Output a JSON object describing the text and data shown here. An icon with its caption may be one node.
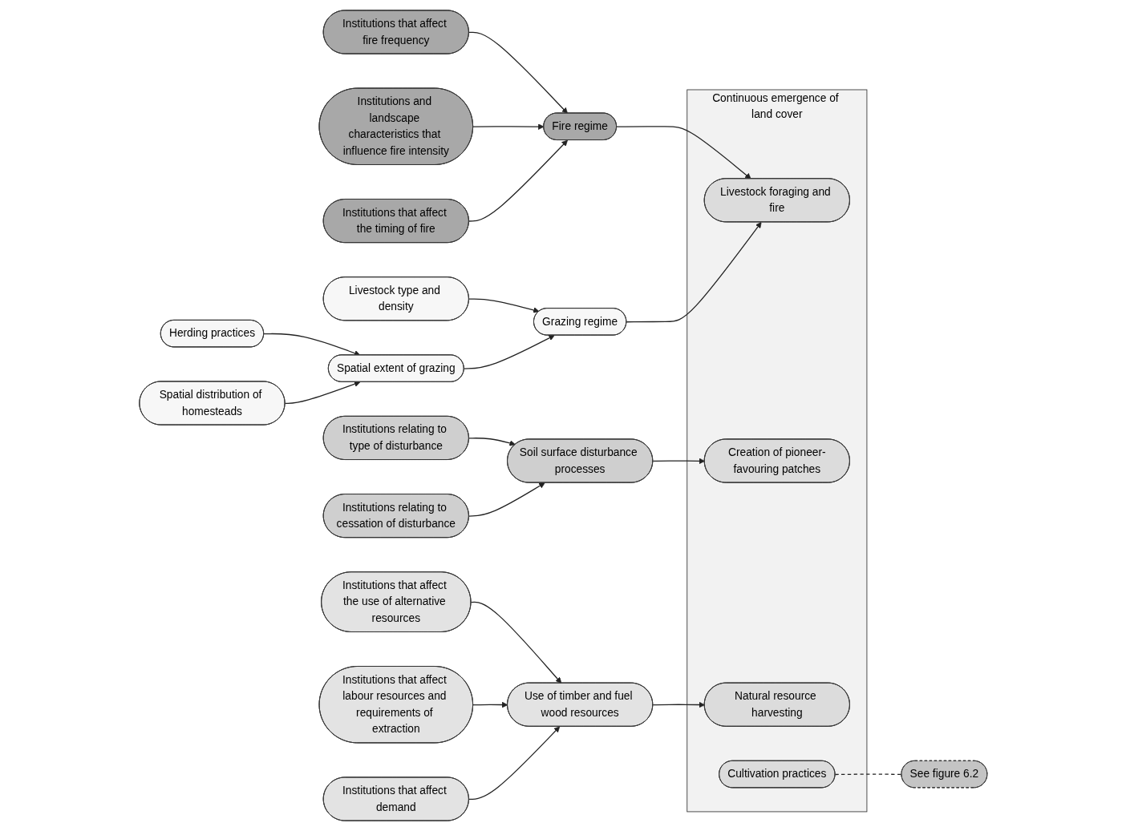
{
  "diagram": {
    "nodes": [
      {
        "text": [
          "Continuous emergence of land cover"
        ]
      },
      {
        "text": [
          "Livestock foraging and fire"
        ],
        "in": 0
      },
      {
        "text": [
          "Creation of pioneer-favouring patches"
        ],
        "in": 0
      },
      {
        "text": [
          "Natural resource harvesting"
        ],
        "in": 0
      },
      {
        "text": [
          "Cultivation practices"
        ],
        "in": 0
      },
      {
        "text": [
          "Institutions that affect fire frequency"
        ]
      },
      {
        "text": [
          "Institutions and landscape characteristics that influence fire intensity"
        ]
      },
      {
        "text": [
          "Fire regime"
        ]
      },
      {
        "text": [
          "Institutions that affect the timing of fire"
        ]
      },
      {
        "text": [
          "Grazing regime"
        ]
      },
      {
        "text": [
          "Livestock type and density"
        ]
      },
      {
        "text": [
          "Spatial extent of grazing"
        ]
      },
      {
        "text": [
          "Herding practices"
        ]
      },
      {
        "text": [
          "Spatial distribution of homesteads"
        ]
      },
      {
        "text": [
          "See figure 6.2"
        ]
      },
      {
        "text": [
          "Use of timber and fuel wood resources"
        ]
      },
      {
        "text": [
          "Institutions that affect the use of alternative resources"
        ]
      },
      {
        "text": [
          "Soil surface disturbance processes"
        ]
      },
      {
        "text": [
          "Institutions relating to type of disturbance"
        ]
      },
      {
        "text": [
          "Institutions that affect demand"
        ]
      },
      {
        "text": [
          "Institutions that affect labour resources and requirements of extraction"
        ]
      },
      {
        "text": [
          "Institutions relating to cessation of disturbance"
        ]
      }
    ],
    "edges": [
      {
        "from": 5,
        "to": 7,
        "arrow": "to"
      },
      {
        "from": 6,
        "to": 7,
        "arrow": "to"
      },
      {
        "from": 8,
        "to": 7,
        "arrow": "to"
      },
      {
        "from": 7,
        "to": 1,
        "arrow": "to"
      },
      {
        "from": 9,
        "to": 1,
        "arrow": "to"
      },
      {
        "from": 10,
        "to": 9,
        "arrow": "to"
      },
      {
        "from": 11,
        "to": 9,
        "arrow": "to"
      },
      {
        "from": 12,
        "to": 11,
        "arrow": "to"
      },
      {
        "from": 13,
        "to": 11,
        "arrow": "to"
      },
      {
        "from": 4,
        "to": 14,
        "arrow": "none",
        "style": "dashed"
      },
      {
        "from": 16,
        "to": 15,
        "arrow": "to"
      },
      {
        "from": 20,
        "to": 15,
        "arrow": "to"
      },
      {
        "from": 19,
        "to": 15,
        "arrow": "to"
      },
      {
        "from": 15,
        "to": 3,
        "arrow": "to"
      },
      {
        "from": 18,
        "to": 17,
        "arrow": "to"
      },
      {
        "from": 21,
        "to": 17,
        "arrow": "to"
      },
      {
        "from": 17,
        "to": 2,
        "arrow": "to"
      }
    ]
  }
}
